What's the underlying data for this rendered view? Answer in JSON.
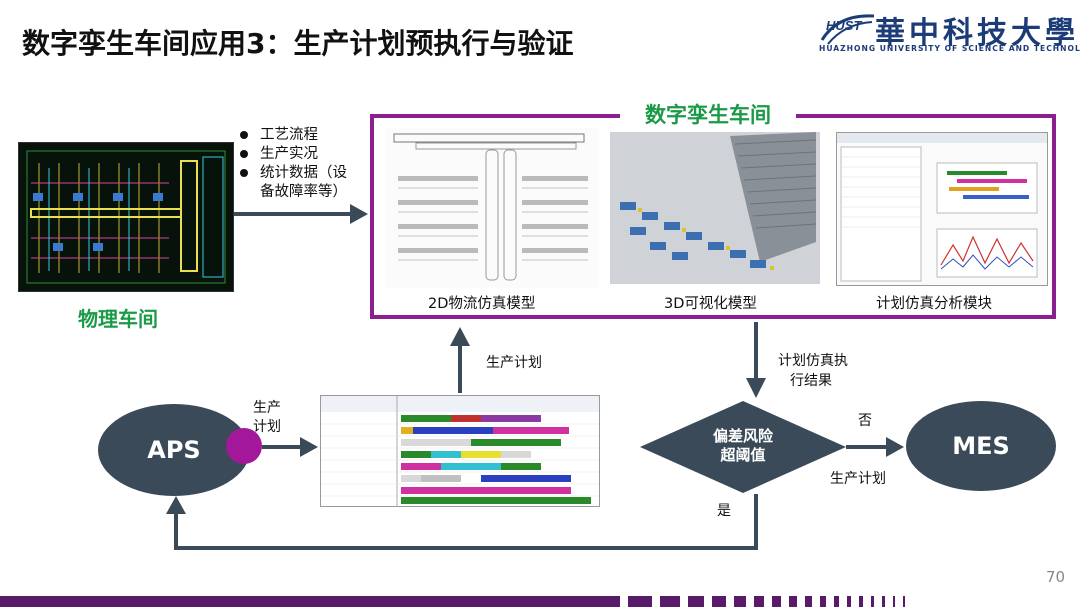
{
  "title": "数字孪生车间应用3：生产计划预执行与验证",
  "logo": {
    "name": "華中科技大學",
    "subtitle": "HUAZHONG UNIVERSITY OF SCIENCE AND TECHNOLOGY",
    "mark_text": "HUST"
  },
  "physical": {
    "label": "物理车间"
  },
  "data_bullets": [
    "工艺流程",
    "生产实况",
    "统计数据（设",
    "备故障率等）"
  ],
  "digital_twin": {
    "title": "数字孪生车间",
    "panels": [
      {
        "label": "2D物流仿真模型"
      },
      {
        "label": "3D可视化模型"
      },
      {
        "label": "计划仿真分析模块"
      }
    ]
  },
  "aps": {
    "label": "APS"
  },
  "mes": {
    "label": "MES"
  },
  "flow": {
    "aps_out": [
      "生产",
      "计划"
    ],
    "up_label": "生产计划",
    "down_label": [
      "计划仿真执",
      "行结果"
    ],
    "decision": [
      "偏差风险",
      "超阈值"
    ],
    "no_label": "否",
    "to_mes_label": "生产计划",
    "yes_label": "是"
  },
  "page_number": "70",
  "colors": {
    "accent_purple": "#8c1f8f",
    "green": "#1a9a46",
    "oval": "#3a4a58",
    "dot": "#a3189a"
  }
}
